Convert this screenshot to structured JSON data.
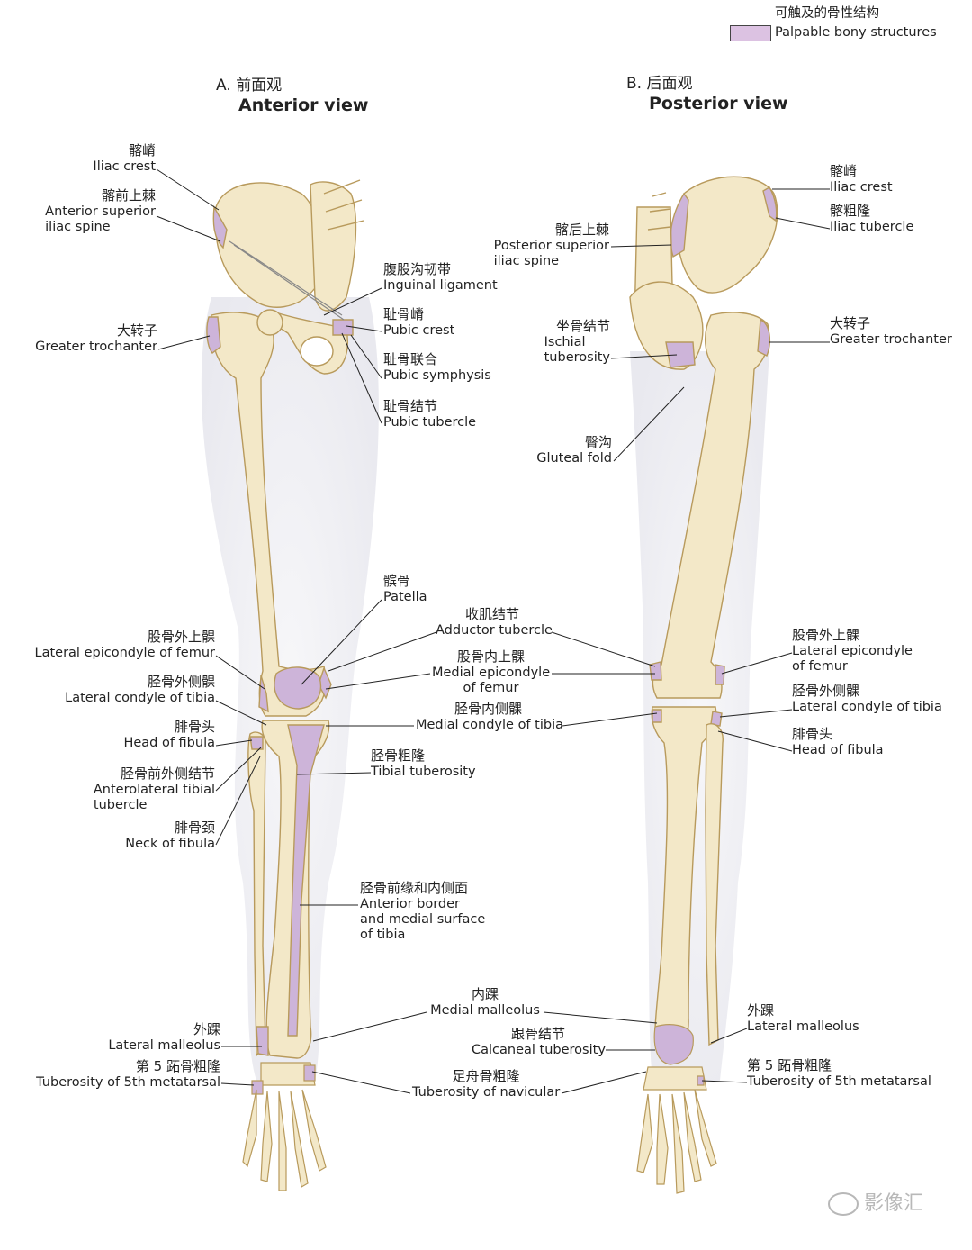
{
  "legend": {
    "zh": "可触及的骨性结构",
    "en": "Palpable bony structures",
    "swatch_color": "#dcc2e2"
  },
  "views": {
    "anterior": {
      "zh": "A. 前面观",
      "en": "Anterior view"
    },
    "posterior": {
      "zh": "B. 后面观",
      "en": "Posterior view"
    }
  },
  "anterior_labels": {
    "iliac_crest": {
      "zh": "髂嵴",
      "en": "Iliac crest"
    },
    "asis": {
      "zh": "髂前上棘",
      "en1": "Anterior superior",
      "en2": "iliac spine"
    },
    "inguinal_ligament": {
      "zh": "腹股沟韧带",
      "en": "Inguinal ligament"
    },
    "pubic_crest": {
      "zh": "耻骨嵴",
      "en": "Pubic crest"
    },
    "greater_trochanter": {
      "zh": "大转子",
      "en": "Greater trochanter"
    },
    "pubic_symphysis": {
      "zh": "耻骨联合",
      "en": "Pubic symphysis"
    },
    "pubic_tubercle": {
      "zh": "耻骨结节",
      "en": "Pubic tubercle"
    },
    "patella": {
      "zh": "髌骨",
      "en": "Patella"
    },
    "lat_epicondyle_femur": {
      "zh": "股骨外上髁",
      "en": "Lateral epicondyle of femur"
    },
    "lat_condyle_tibia": {
      "zh": "胫骨外侧髁",
      "en": "Lateral condyle of tibia"
    },
    "head_fibula": {
      "zh": "腓骨头",
      "en": "Head of fibula"
    },
    "tibial_tuberosity": {
      "zh": "胫骨粗隆",
      "en": "Tibial tuberosity"
    },
    "anterolateral_tubercle": {
      "zh": "胫骨前外侧结节",
      "en1": "Anterolateral tibial",
      "en2": "tubercle"
    },
    "neck_fibula": {
      "zh": "腓骨颈",
      "en": "Neck of fibula"
    },
    "ant_border_tibia": {
      "zh": "胫骨前缘和内侧面",
      "en1": "Anterior border",
      "en2": "and medial surface",
      "en3": "of tibia"
    },
    "lat_malleolus": {
      "zh": "外踝",
      "en": "Lateral malleolus"
    },
    "tuberosity_5th": {
      "zh": "第 5 跖骨粗隆",
      "en": "Tuberosity of 5th metatarsal"
    }
  },
  "center_labels": {
    "adductor_tubercle": {
      "zh": "收肌结节",
      "en": "Adductor tubercle"
    },
    "medial_epicondyle": {
      "zh": "股骨内上髁",
      "en1": "Medial epicondyle",
      "en2": "of femur"
    },
    "medial_condyle_tibia": {
      "zh": "胫骨内侧髁",
      "en": "Medial condyle of tibia"
    },
    "medial_malleolus": {
      "zh": "内踝",
      "en": "Medial malleolus"
    },
    "calcaneal_tuberosity": {
      "zh": "跟骨结节",
      "en": "Calcaneal tuberosity"
    },
    "tuberosity_navicular": {
      "zh": "足舟骨粗隆",
      "en": "Tuberosity of navicular"
    }
  },
  "posterior_labels": {
    "psis": {
      "zh": "髂后上棘",
      "en1": "Posterior superior",
      "en2": "iliac spine"
    },
    "ischial_tuberosity": {
      "zh": "坐骨结节",
      "en1": "Ischial",
      "en2": "tuberosity"
    },
    "gluteal_fold": {
      "zh": "臀沟",
      "en": "Gluteal fold"
    },
    "iliac_crest": {
      "zh": "髂嵴",
      "en": "Iliac crest"
    },
    "iliac_tubercle": {
      "zh": "髂粗隆",
      "en": "Iliac tubercle"
    },
    "greater_trochanter": {
      "zh": "大转子",
      "en": "Greater trochanter"
    },
    "lat_epicondyle_femur": {
      "zh": "股骨外上髁",
      "en1": "Lateral epicondyle",
      "en2": "of femur"
    },
    "lat_condyle_tibia": {
      "zh": "胫骨外侧髁",
      "en": "Lateral condyle of tibia"
    },
    "head_fibula": {
      "zh": "腓骨头",
      "en": "Head of fibula"
    },
    "lat_malleolus": {
      "zh": "外踝",
      "en": "Lateral malleolus"
    },
    "tuberosity_5th": {
      "zh": "第 5 跖骨粗隆",
      "en": "Tuberosity of 5th metatarsal"
    }
  },
  "watermark": "影像汇",
  "colors": {
    "bone": "#f3e8c8",
    "bone_outline": "#b89a5c",
    "palpable": "#cdb4d9",
    "skin": "#ececf0",
    "leader": "#222222"
  }
}
